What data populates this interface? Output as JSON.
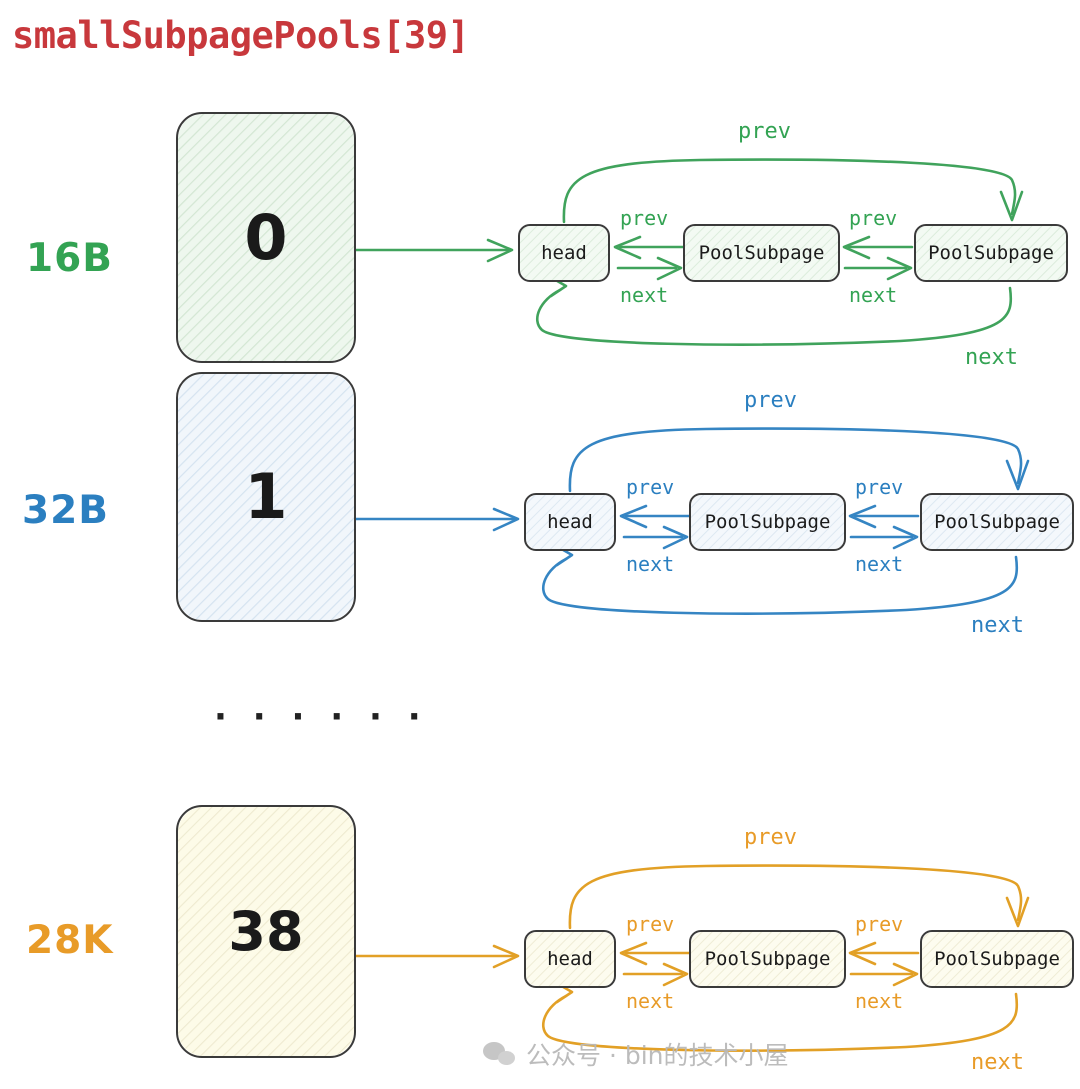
{
  "title": "smallSubpagePools[39]",
  "colors": {
    "title": "#c8383c",
    "green": "#33a353",
    "blue": "#2b7fc0",
    "orange": "#e89b28",
    "green_fill": "#eef7ee",
    "blue_fill": "#eef4fa",
    "orange_fill": "#fbf8e2",
    "node_border": "#3a3a3a"
  },
  "ellipsis": "· · · · · ·",
  "watermark": {
    "icon": "wechat-bubble-icon",
    "text": "公众号 · bin的技术小屋"
  },
  "rows": [
    {
      "size_label": "16B",
      "index": "0",
      "color": "#33a353",
      "fill": "#eef7ee",
      "nodes": [
        {
          "label": "head"
        },
        {
          "label": "PoolSubpage"
        },
        {
          "label": "PoolSubpage"
        }
      ],
      "edges": {
        "prev_1": "prev",
        "next_1": "next",
        "prev_2": "prev",
        "next_2": "next",
        "wrap_prev": "prev",
        "wrap_next": "next"
      }
    },
    {
      "size_label": "32B",
      "index": "1",
      "color": "#2b7fc0",
      "fill": "#eef4fa",
      "nodes": [
        {
          "label": "head"
        },
        {
          "label": "PoolSubpage"
        },
        {
          "label": "PoolSubpage"
        }
      ],
      "edges": {
        "prev_1": "prev",
        "next_1": "next",
        "prev_2": "prev",
        "next_2": "next",
        "wrap_prev": "prev",
        "wrap_next": "next"
      }
    },
    {
      "size_label": "28K",
      "index": "38",
      "color": "#e89b28",
      "fill": "#fbf8e2",
      "nodes": [
        {
          "label": "head"
        },
        {
          "label": "PoolSubpage"
        },
        {
          "label": "PoolSubpage"
        }
      ],
      "edges": {
        "prev_1": "prev",
        "next_1": "next",
        "prev_2": "prev",
        "next_2": "next",
        "wrap_prev": "prev",
        "wrap_next": "next"
      }
    }
  ]
}
